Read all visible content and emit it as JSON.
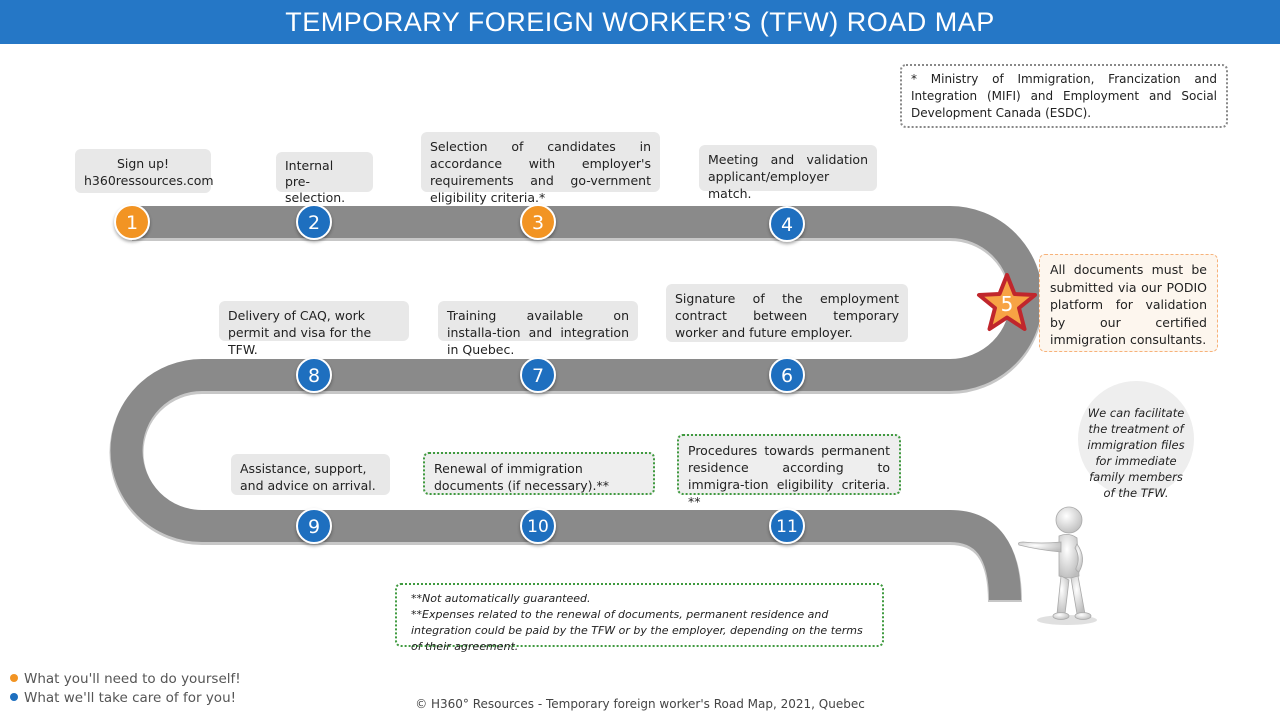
{
  "title": "TEMPORARY FOREIGN WORKER’S (TFW) ROAD MAP",
  "steps": [
    {
      "number": "1",
      "text": "Sign up!\nh360ressources.com",
      "owner": "worker"
    },
    {
      "number": "2",
      "text": "Internal\npre-selection.",
      "owner": "h360"
    },
    {
      "number": "3",
      "text": "Selection of candidates in accordance with employer's requirements and go-vernment eligibility criteria.*",
      "owner": "worker"
    },
    {
      "number": "4",
      "text": "Meeting and validation applicant/employer match.",
      "owner": "h360"
    },
    {
      "number": "5",
      "text": "All documents must be submitted via our PODIO platform for validation by our certified immigration consultants.",
      "owner": "key"
    },
    {
      "number": "6",
      "text": "Signature of the employment contract between temporary worker and future employer.",
      "owner": "h360"
    },
    {
      "number": "7",
      "text": "Training available on installa-tion and integration in Quebec.",
      "owner": "h360"
    },
    {
      "number": "8",
      "text": "Delivery of CAQ, work permit and visa for the TFW.",
      "owner": "h360"
    },
    {
      "number": "9",
      "text": "Assistance, support, and advice on arrival.",
      "owner": "h360"
    },
    {
      "number": "10",
      "text": "Renewal of immigration documents (if necessary).**",
      "owner": "h360"
    },
    {
      "number": "11",
      "text": "Procedures towards permanent residence according to immigra-tion eligibility criteria. **",
      "owner": "h360"
    }
  ],
  "ministry_note": "* Ministry of Immigration, Francization and Integration (MIFI) and Employment and Social Development Canada (ESDC).",
  "family_note": "We can facilitate the treatment of immigration files for immediate family members of the TFW.",
  "guarantee_note": {
    "line1": "**Not automatically guaranteed.",
    "line2": "**Expenses related to the renewal of documents, permanent residence and integration could be paid by the TFW or by the employer, depending on the terms of their agreement."
  },
  "legend": {
    "worker": "What you'll need to do yourself!",
    "h360": "What we'll take care of for you!"
  },
  "footer": "© H360° Resources - Temporary foreign worker's Road Map, 2021, Quebec",
  "colors": {
    "title_bar": "#2577c6",
    "step_blue": "#1e6fbf",
    "step_orange": "#f29423",
    "road": "#8a8a8a",
    "star_fill": "#f7a344",
    "star_outline": "#c0262c"
  }
}
